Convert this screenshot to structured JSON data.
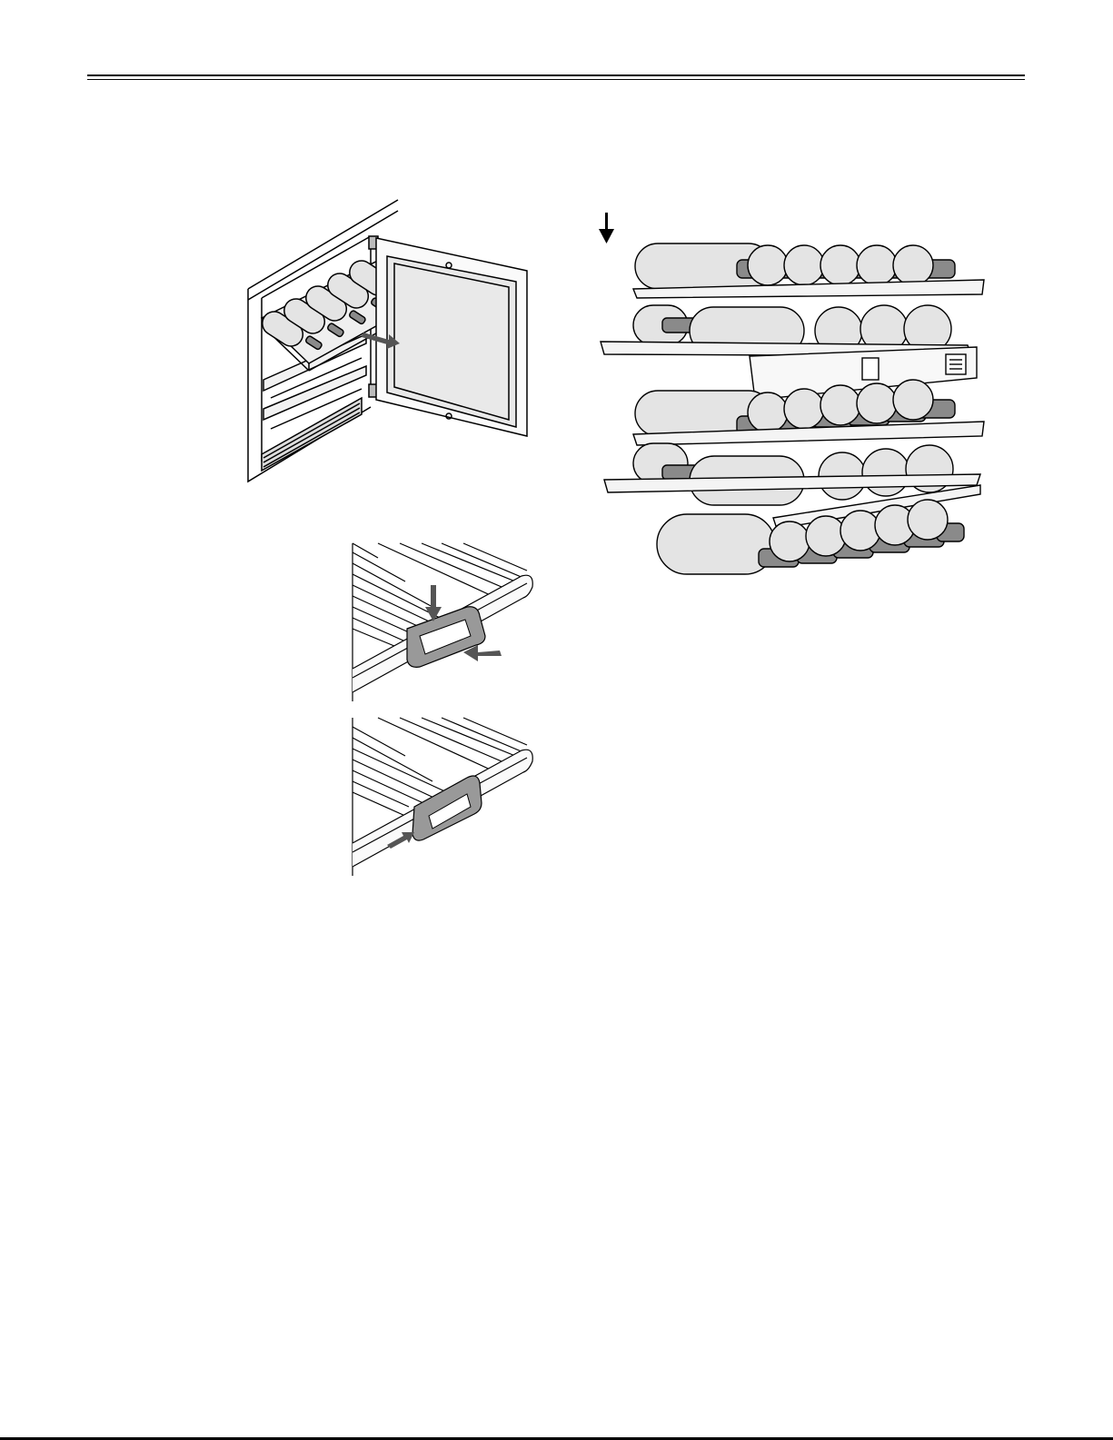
{
  "page": {
    "header_rules": "double",
    "footer_rule": "single"
  },
  "figures": [
    {
      "id": "cabinet",
      "icon": "wine-cabinet-shelf-pull-out-illustration"
    },
    {
      "id": "clip-attach",
      "icon": "shelf-clip-attach-illustration"
    },
    {
      "id": "clip-slide",
      "icon": "shelf-clip-slide-illustration"
    },
    {
      "id": "bottle-rack",
      "icon": "bottle-stacking-illustration"
    }
  ],
  "colors": {
    "line": "#000000",
    "bottle_body": "#e4e4e4",
    "bottle_neck": "#8a8a8a",
    "arrow": "#555555",
    "glass": "#ececec"
  }
}
